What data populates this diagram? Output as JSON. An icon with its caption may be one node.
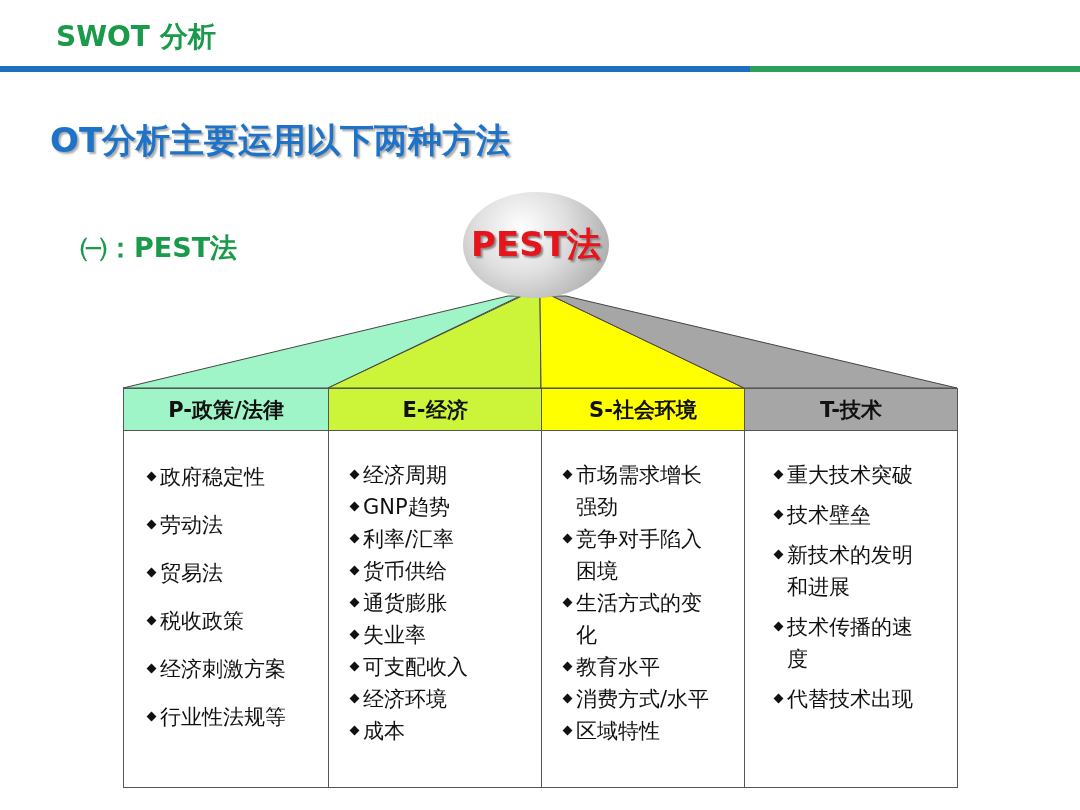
{
  "diagram": {
    "title": "SWOT 分析",
    "nodes": [
      {
        "text": [
          "PEST法"
        ]
      },
      {
        "text": [
          "P-政策/法律"
        ]
      },
      {
        "text": [
          "E-经济"
        ]
      },
      {
        "text": [
          "S-社会环境"
        ]
      },
      {
        "text": [
          "T-技术"
        ]
      },
      {
        "text": [
          "政府稳定性",
          "劳动法",
          "贸易法",
          "税收政策",
          "经济刺激方案",
          "行业性法规等"
        ]
      },
      {
        "text": [
          "经济周期",
          "GNP趋势",
          "利率/汇率",
          "货币供给",
          "通货膨胀",
          "失业率",
          "可支配收入",
          "经济环境",
          "成本"
        ]
      },
      {
        "text": [
          "市场需求增长强劲",
          "竞争对手陷入困境",
          "生活方式的变化",
          "教育水平",
          "消费方式/水平",
          "区域特性"
        ]
      },
      {
        "text": [
          "重大技术突破",
          "技术壁垒",
          "新技术的发明和进展",
          "技术传播的速度",
          "代替技术出现"
        ]
      }
    ],
    "edges": [
      {
        "from": 0,
        "to": 1,
        "arrow": "none",
        "color": "#9ff5c8"
      },
      {
        "from": 0,
        "to": 2,
        "arrow": "none",
        "color": "#ccf53a"
      },
      {
        "from": 0,
        "to": 3,
        "arrow": "none",
        "color": "#ffff00"
      },
      {
        "from": 0,
        "to": 4,
        "arrow": "none",
        "color": "#a6a6a6"
      }
    ],
    "labels": [
      "OT分析主要运用以下两种方法",
      "㈠：PEST法"
    ]
  }
}
